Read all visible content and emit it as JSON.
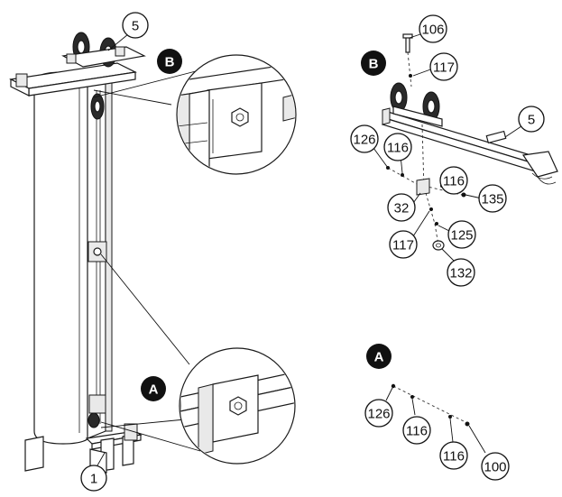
{
  "callouts": {
    "c5_top": "5",
    "c1": "1",
    "c106": "106",
    "c117_top": "117",
    "c5_right": "5",
    "c126_b": "126",
    "c116_b1": "116",
    "c116_b2": "116",
    "c135": "135",
    "c32": "32",
    "c125": "125",
    "c117_bottom": "117",
    "c132": "132",
    "c126_a": "126",
    "c116_a1": "116",
    "c116_a2": "116",
    "c100": "100"
  },
  "badges": {
    "b_left": "B",
    "a_left": "A",
    "b_right": "B",
    "a_right": "A"
  },
  "colors": {
    "ink": "#111111",
    "badge_fill": "#111111",
    "background": "#ffffff"
  }
}
